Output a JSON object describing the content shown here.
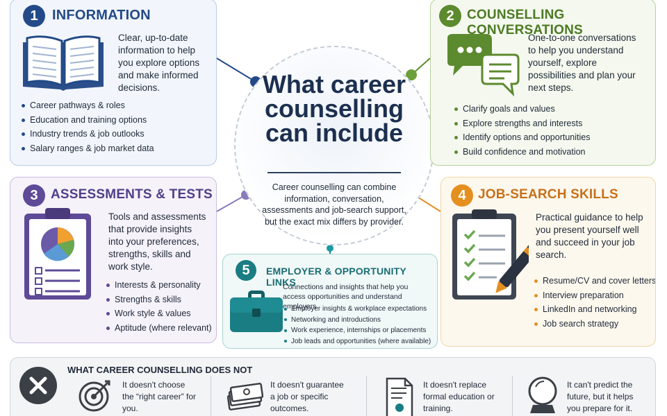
{
  "center": {
    "title": "What career counselling can include",
    "description": "Career counselling can combine information, conversation, assessments and job-search support, but the exact mix differs by provider."
  },
  "cards": {
    "information": {
      "number": "1",
      "title": "INFORMATION",
      "description": "Clear, up-to-date information to help you explore options and make informed decisions.",
      "items": [
        "Career pathways & roles",
        "Education and training options",
        "Industry trends & job outlooks",
        "Salary ranges & job market data"
      ],
      "accent": "#234a88",
      "icon": "open-book-icon"
    },
    "counselling": {
      "number": "2",
      "title": "COUNSELLING CONVERSATIONS",
      "description": "One-to-one conversations to help you understand yourself, explore possibilities and plan your next steps.",
      "items": [
        "Clarify goals and values",
        "Explore strengths and interests",
        "Identify options and opportunities",
        "Build confidence and motivation"
      ],
      "accent": "#5c8a2e",
      "icon": "speech-bubbles-icon"
    },
    "assessments": {
      "number": "3",
      "title": "ASSESSMENTS & TESTS",
      "description": "Tools and assessments that provide insights into your preferences, strengths, skills and work style.",
      "items": [
        "Interests & personality",
        "Strengths & skills",
        "Work style & values",
        "Aptitude (where relevant)"
      ],
      "accent": "#5e4a97",
      "icon": "clipboard-chart-icon"
    },
    "jobsearch": {
      "number": "4",
      "title": "JOB-SEARCH SKILLS",
      "description": "Practical guidance to help you present yourself well and succeed in your job search.",
      "items": [
        "Resume/CV and cover letters",
        "Interview preparation",
        "LinkedIn and networking",
        "Job search strategy"
      ],
      "accent": "#e58f1f",
      "icon": "checklist-pen-icon"
    },
    "employer": {
      "number": "5",
      "title": "EMPLOYER & OPPORTUNITY LINKS",
      "description": "Connections and insights that help you access opportunities and understand employers.",
      "items": [
        "Employer insights & workplace expectations",
        "Networking and introductions",
        "Work experience, internships or placements",
        "Job leads and opportunities (where available)"
      ],
      "accent": "#1a7d83",
      "icon": "briefcase-icon"
    }
  },
  "does_not": {
    "title": "WHAT CAREER COUNSELLING DOES NOT",
    "items": [
      {
        "text": "It doesn't choose the “right career” for you.",
        "icon": "target-icon"
      },
      {
        "text": "It doesn't guarantee a job or specific outcomes.",
        "icon": "money-stack-icon"
      },
      {
        "text": "It doesn't replace formal education or training.",
        "icon": "certificate-icon"
      },
      {
        "text": "It can't predict the future, but it helps you prepare for it.",
        "icon": "crystal-ball-icon"
      }
    ]
  }
}
